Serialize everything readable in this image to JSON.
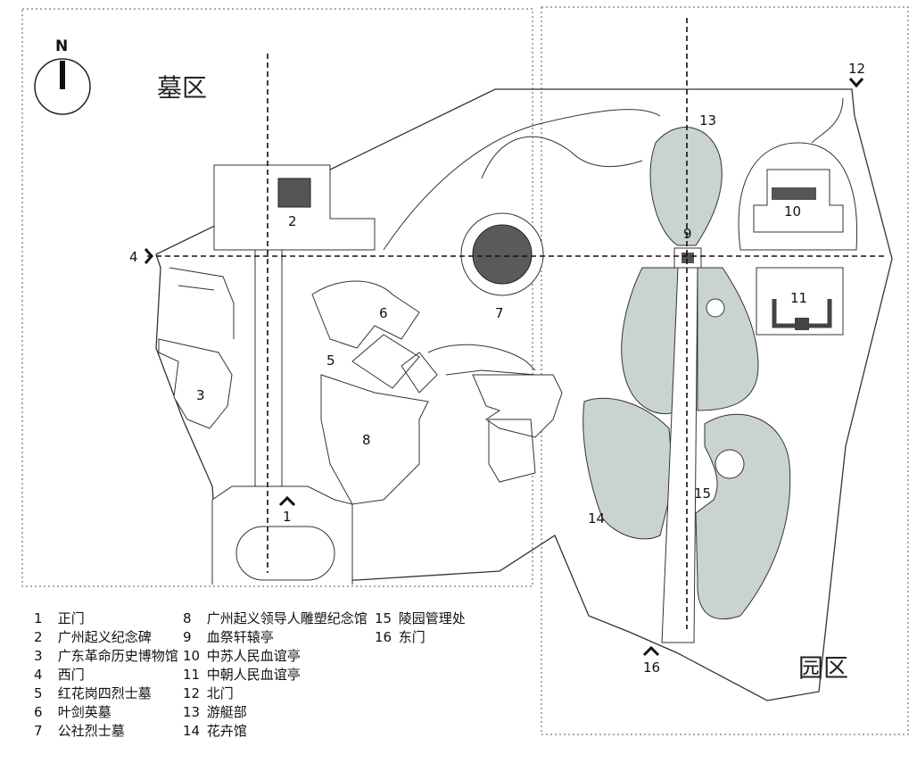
{
  "zones": {
    "tomb": "墓区",
    "garden": "园区"
  },
  "compass": {
    "label": "N"
  },
  "colors": {
    "lake": "#c9d4d1",
    "structure": "#555555",
    "line": "#333333"
  },
  "markers": [
    "1",
    "2",
    "3",
    "4",
    "5",
    "6",
    "7",
    "8",
    "9",
    "10",
    "11",
    "12",
    "13",
    "14",
    "15",
    "16"
  ],
  "legend": [
    {
      "num": "1",
      "name": "正门"
    },
    {
      "num": "2",
      "name": "广州起义纪念碑"
    },
    {
      "num": "3",
      "name": "广东革命历史博物馆"
    },
    {
      "num": "4",
      "name": "西门"
    },
    {
      "num": "5",
      "name": "红花岗四烈士墓"
    },
    {
      "num": "6",
      "name": "叶剑英墓"
    },
    {
      "num": "7",
      "name": "公社烈士墓"
    },
    {
      "num": "8",
      "name": "广州起义领导人雕塑纪念馆"
    },
    {
      "num": "9",
      "name": "血祭轩辕亭"
    },
    {
      "num": "10",
      "name": "中苏人民血谊亭"
    },
    {
      "num": "11",
      "name": "中朝人民血谊亭"
    },
    {
      "num": "12",
      "name": "北门"
    },
    {
      "num": "13",
      "name": "游艇部"
    },
    {
      "num": "14",
      "name": "花卉馆"
    },
    {
      "num": "15",
      "name": "陵园管理处"
    },
    {
      "num": "16",
      "name": "东门"
    }
  ]
}
